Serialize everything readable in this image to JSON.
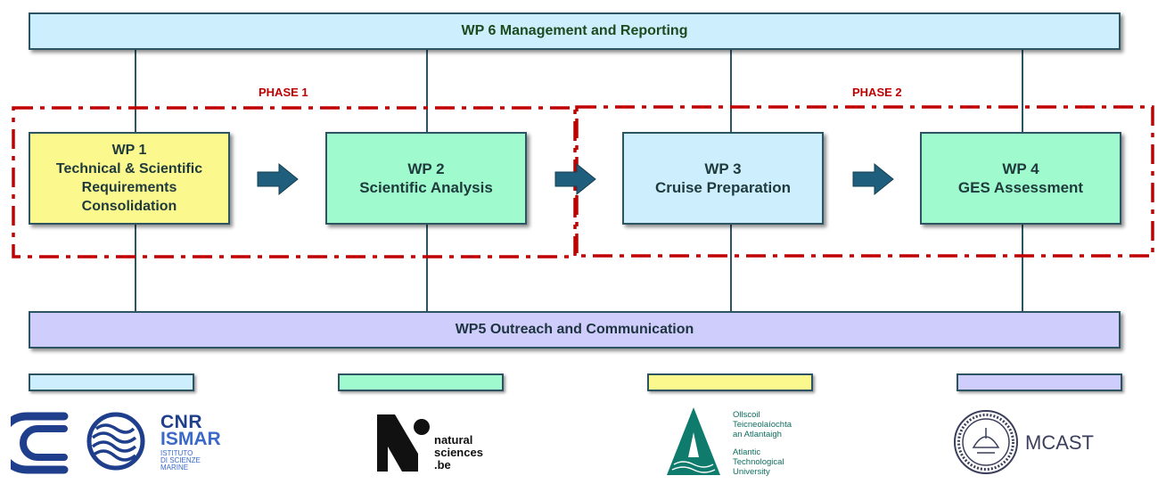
{
  "management": {
    "label": "WP 6 Management and Reporting"
  },
  "outreach": {
    "label": "WP5 Outreach and Communication"
  },
  "phases": [
    {
      "label": "PHASE 1"
    },
    {
      "label": "PHASE 2"
    }
  ],
  "work_packages": [
    {
      "id": "WP 1",
      "lines": [
        "Technical & Scientific",
        "Requirements",
        "Consolidation"
      ],
      "color": "#fbf88e"
    },
    {
      "id": "WP 2",
      "lines": [
        "Scientific Analysis"
      ],
      "color": "#9ffbcd"
    },
    {
      "id": "WP 3",
      "lines": [
        "Cruise Preparation"
      ],
      "color": "#cdeefc"
    },
    {
      "id": "WP 4",
      "lines": [
        "GES Assessment"
      ],
      "color": "#9ffbcd"
    }
  ],
  "legend_colors": [
    "#cdeefc",
    "#9ffbcd",
    "#fbf88e",
    "#cfcdfb"
  ],
  "logos": {
    "cnr": {
      "name": "CNR",
      "sub": "ISMAR",
      "small": [
        "ISTITUTO",
        "DI SCIENZE",
        "MARINE"
      ]
    },
    "natural_sciences": {
      "lines": [
        "natural",
        "sciences",
        ".be"
      ]
    },
    "atu": {
      "irish": [
        "Ollscoil",
        "Teicneolaíochta",
        "an Atlantaigh"
      ],
      "english": [
        "Atlantic",
        "Technological",
        "University"
      ]
    },
    "mcast": {
      "name": "MCAST"
    }
  },
  "colors": {
    "phase": "#c00000",
    "arrow": "#1f5e7c",
    "line": "#2c5463"
  }
}
